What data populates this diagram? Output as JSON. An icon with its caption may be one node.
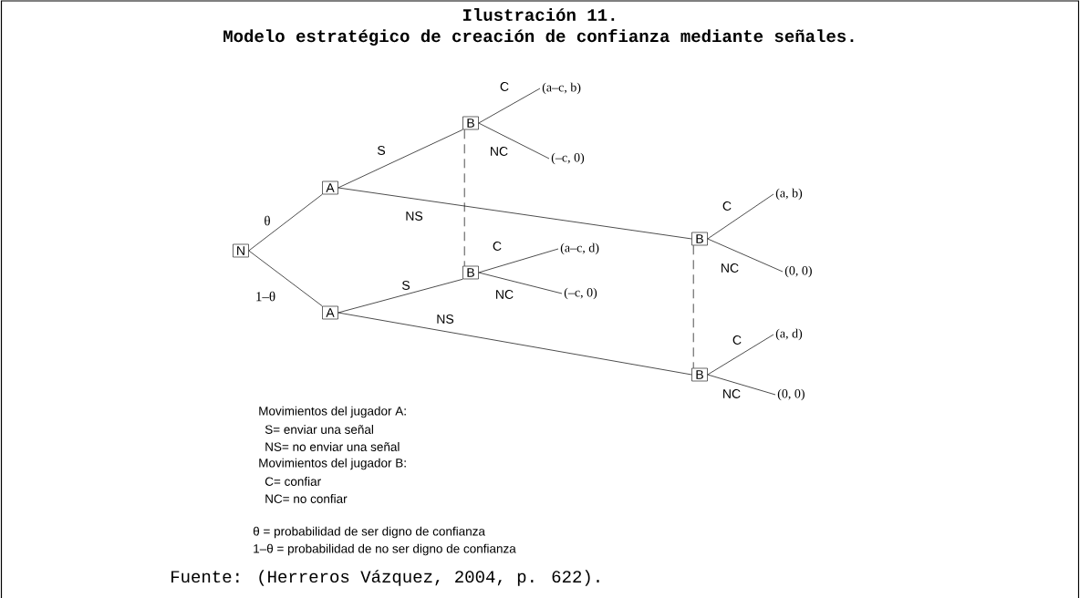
{
  "diagram": {
    "title": "Ilustración 11.",
    "caption": "Fuente: (Herreros Vázquez, 2004, p. 622).",
    "nodes": [
      {
        "text": [
          "N"
        ]
      },
      {
        "text": [
          "A"
        ]
      },
      {
        "text": [
          "A"
        ]
      },
      {
        "text": [
          "B"
        ]
      },
      {
        "text": [
          "B"
        ]
      },
      {
        "text": [
          "B"
        ]
      },
      {
        "text": [
          "B"
        ]
      },
      {
        "text": [
          "(a–c, b)"
        ]
      },
      {
        "text": [
          "(–c, 0)"
        ]
      },
      {
        "text": [
          "(a–c, d)"
        ]
      },
      {
        "text": [
          "(–c, 0)"
        ]
      },
      {
        "text": [
          "(a, b)"
        ]
      },
      {
        "text": [
          "(0, 0)"
        ]
      },
      {
        "text": [
          "(a, d)"
        ]
      },
      {
        "text": [
          "(0, 0)"
        ]
      }
    ],
    "edges": [
      {
        "from": 0,
        "to": 1,
        "arrow": "none",
        "label": "θ"
      },
      {
        "from": 0,
        "to": 2,
        "arrow": "none",
        "label": "1–θ"
      },
      {
        "from": 1,
        "to": 3,
        "arrow": "none",
        "label": "S"
      },
      {
        "from": 1,
        "to": 5,
        "arrow": "none",
        "label": "NS"
      },
      {
        "from": 2,
        "to": 4,
        "arrow": "none",
        "label": "S"
      },
      {
        "from": 2,
        "to": 6,
        "arrow": "none",
        "label": "NS"
      },
      {
        "from": 3,
        "to": 7,
        "arrow": "none",
        "label": "C"
      },
      {
        "from": 3,
        "to": 8,
        "arrow": "none",
        "label": "NC"
      },
      {
        "from": 4,
        "to": 9,
        "arrow": "none",
        "label": "C"
      },
      {
        "from": 4,
        "to": 10,
        "arrow": "none",
        "label": "NC"
      },
      {
        "from": 5,
        "to": 11,
        "arrow": "none",
        "label": "C"
      },
      {
        "from": 5,
        "to": 12,
        "arrow": "none",
        "label": "NC"
      },
      {
        "from": 6,
        "to": 13,
        "arrow": "none",
        "label": "C"
      },
      {
        "from": 6,
        "to": 14,
        "arrow": "none",
        "label": "NC"
      },
      {
        "from": 3,
        "to": 4,
        "arrow": "none",
        "style": "dashed"
      },
      {
        "from": 5,
        "to": 6,
        "arrow": "none",
        "style": "dashed"
      }
    ],
    "labels": [
      "Modelo estratégico de creación de confianza mediante señales.",
      "Movimientos del jugador A:",
      "S= enviar una señal",
      "NS= no enviar una señal",
      "Movimientos del jugador B:",
      "C= confiar",
      "NC= no confiar",
      "θ = probabilidad de ser digno de confianza",
      "1–θ = probabilidad de no ser digno de confianza"
    ]
  }
}
